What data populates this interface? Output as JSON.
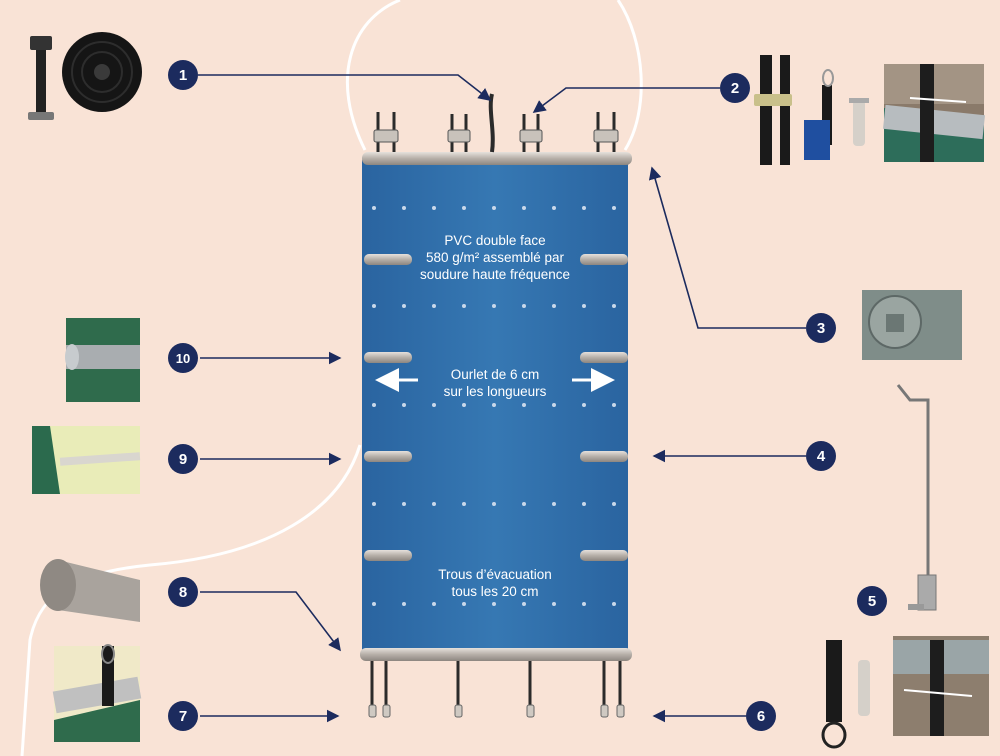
{
  "cover": {
    "material_line1": "PVC double face",
    "material_line2": "580 g/m² assemblé par",
    "material_line3": "soudure haute fréquence",
    "hem_line1": "Ourlet de 6 cm",
    "hem_line2": "sur les longueurs",
    "drain_line1": "Trous d’évacuation",
    "drain_line2": "tous les 20 cm"
  },
  "badges": [
    "1",
    "2",
    "3",
    "4",
    "5",
    "6",
    "7",
    "8",
    "9",
    "10"
  ],
  "colors": {
    "background": "#f9e3d6",
    "cover_blue": "#2f6ea8",
    "badge_navy": "#1c2b5e",
    "arrow_navy": "#1c2b5e",
    "tube_grey": "#b9b3ad"
  },
  "icons": {
    "part1": "strap-roll-icon",
    "part2": "ratchet-strap-icon",
    "part3": "tube-end-icon",
    "part4": "crank-handle-icon",
    "part5": "crank-handle-icon",
    "part6": "strap-and-anchor-icon",
    "part7": "strap-hook-icon",
    "part8": "tube-cap-icon",
    "part9": "reinforced-edge-icon",
    "part10": "sleeve-tube-icon"
  }
}
